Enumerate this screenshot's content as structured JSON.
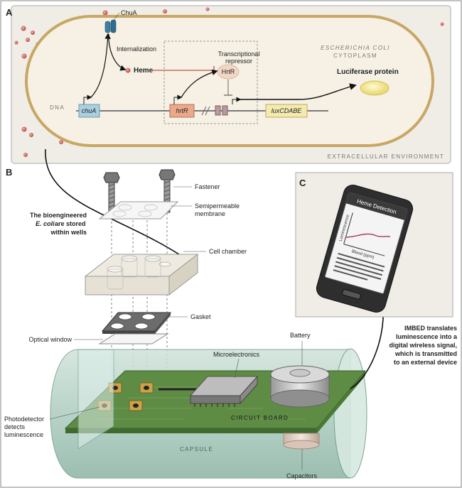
{
  "panel_a": {
    "letter": "A",
    "chua_label": "ChuA",
    "internalization": "Internalization",
    "heme": "Heme",
    "transcriptional_repressor": [
      "Transcriptional",
      "repressor"
    ],
    "hrtr_protein": "HrtR",
    "cytoplasm_label": [
      "ESCHERICHIA COLI",
      "CYTOPLASM"
    ],
    "luciferase": "Luciferase protein",
    "dna": "DNA",
    "gene_chua": "chuA",
    "gene_hrtr": "hrtR",
    "gene_lux": "luxCDABE",
    "extracellular": "EXTRACELLULAR ENVIRONMENT"
  },
  "panel_b": {
    "letter": "B",
    "fastener": "Fastener",
    "membrane": [
      "Semipermeable",
      "membrane"
    ],
    "bioengineered": [
      "The bioengineered",
      "E. coli",
      "are stored",
      "within wells"
    ],
    "cell_chamber": "Cell chamber",
    "gasket": "Gasket",
    "optical_window": "Optical window",
    "microelectronics": "Microelectronics",
    "battery": "Battery",
    "circuit_board": "CIRCUIT BOARD",
    "capsule": "CAPSULE",
    "photodetector": [
      "Photodetector",
      "detects",
      "luminescence"
    ],
    "capacitors": "Capacitors",
    "imbed": [
      "IMBED translates",
      "luminescence into a",
      "digital wireless signal,",
      "which is transmitted",
      "to an external device"
    ]
  },
  "panel_c": {
    "letter": "C",
    "screen_title": "Heme Detection",
    "y_axis": "Luminescence",
    "x_axis": "Blood (ppm)"
  },
  "colors": {
    "cell_fill": "#f4efe2",
    "cell_border": "#c9a86a",
    "panel_bg": "#efede6",
    "heme": "#c0504d",
    "gene_chua": "#a9cfe0",
    "gene_hrtr": "#e9a98a",
    "gene_lux": "#f4eab0",
    "board": "#5d8a44",
    "capsule": "#a3c7b8"
  }
}
